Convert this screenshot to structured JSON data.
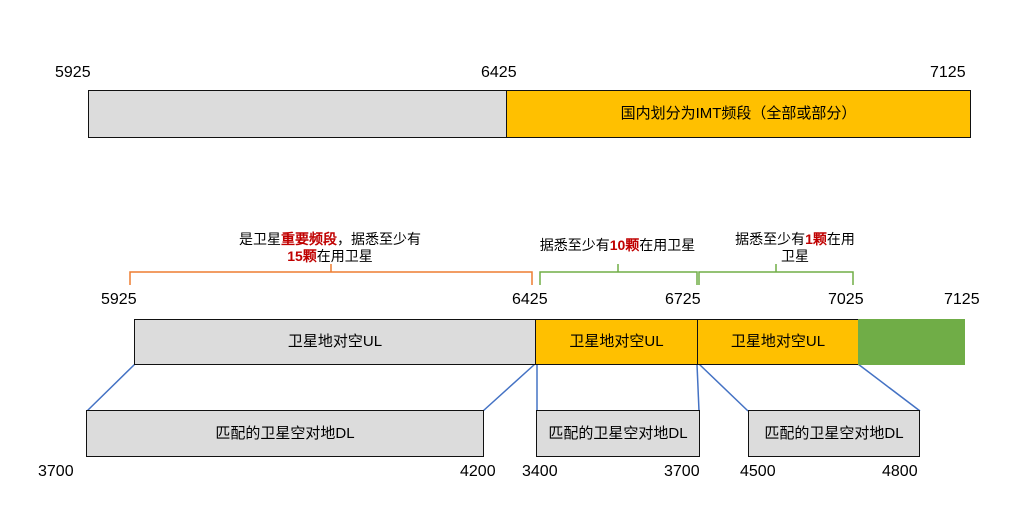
{
  "top": {
    "ticks": [
      "5925",
      "6425",
      "7125"
    ],
    "imt_label": "国内划分为IMT频段（全部或部分）"
  },
  "middle": {
    "ticks": [
      "5925",
      "6425",
      "6725",
      "7025",
      "7125"
    ],
    "ul_label_1": "卫星地对空UL",
    "ul_label_2": "卫星地对空UL",
    "ul_label_3": "卫星地对空UL"
  },
  "annotations": {
    "a1_prefix": "是卫星",
    "a1_highlight": "重要频段",
    "a1_suffix": "，据悉至少有",
    "a1_count": "15颗",
    "a1_tail": "在用卫星",
    "a2_prefix": "据悉至少有",
    "a2_count": "10颗",
    "a2_tail": "在用卫星",
    "a3_prefix": "据悉至少有",
    "a3_count": "1颗",
    "a3_tail": "在用卫星"
  },
  "bottom": {
    "dl_label_1": "匹配的卫星空对地DL",
    "dl_label_2": "匹配的卫星空对地DL",
    "dl_label_3": "匹配的卫星空对地DL",
    "ticks": [
      "3700",
      "4200",
      "3400",
      "3700",
      "4500",
      "4800"
    ]
  },
  "colors": {
    "gray": "#dcdcdc",
    "gold": "#ffc000",
    "green": "#70ad47",
    "orange_brace": "#ed7d31",
    "green_brace": "#70ad47",
    "blue_connector": "#4472c4",
    "highlight_red": "#c00000"
  }
}
